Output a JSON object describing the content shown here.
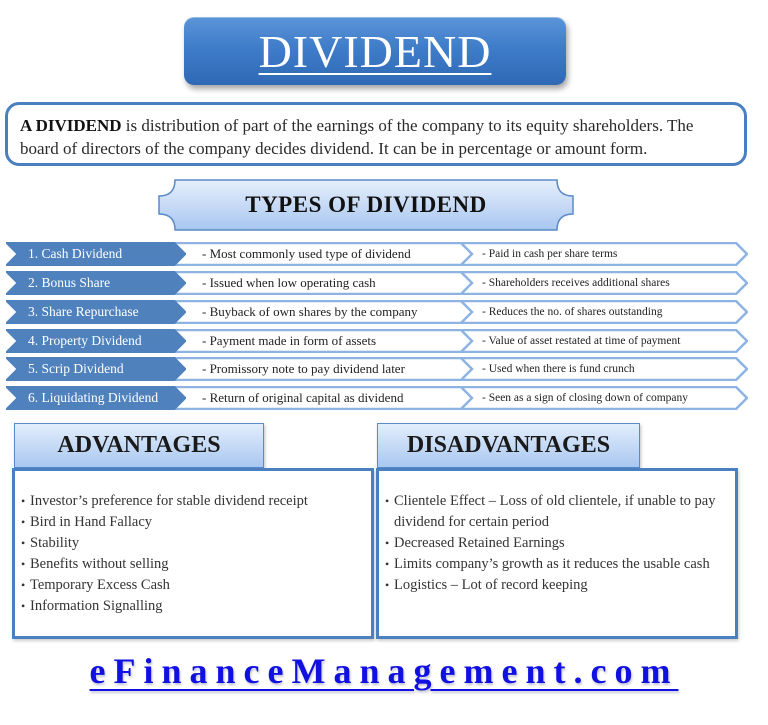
{
  "title": "DIVIDEND",
  "definition": {
    "term": "A DIVIDEND",
    "text": " is distribution of part of the earnings of the company to its equity shareholders. The board of directors of the company decides dividend. It can be in percentage or amount form."
  },
  "types_heading": "TYPES OF DIVIDEND",
  "types": [
    {
      "name": "1. Cash Dividend",
      "description": "- Most commonly used type  of dividend",
      "note": "- Paid in cash per share terms"
    },
    {
      "name": "2. Bonus Share",
      "description": "- Issued when low  operating cash",
      "note": "- Shareholders receives additional shares"
    },
    {
      "name": "3. Share Repurchase",
      "description": "- Buyback of own shares by the company",
      "note": "- Reduces the no.  of shares outstanding"
    },
    {
      "name": "4. Property Dividend",
      "description": "- Payment made in form of assets",
      "note": "- Value of asset restated at time of payment"
    },
    {
      "name": "5. Scrip Dividend",
      "description": "- Promissory note to pay dividend later",
      "note": "- Used when there is fund crunch"
    },
    {
      "name": "6. Liquidating Dividend",
      "description": "- Return of original capital  as dividend",
      "note": "- Seen as a sign of closing down of company"
    }
  ],
  "advantages": {
    "heading": "ADVANTAGES",
    "items": [
      "Investor’s preference for stable dividend receipt",
      "Bird in Hand Fallacy",
      "Stability",
      "Benefits without selling",
      "Temporary Excess Cash",
      "Information Signalling"
    ]
  },
  "disadvantages": {
    "heading": "DISADVANTAGES",
    "items": [
      "Clientele Effect – Loss of old clientele, if unable to pay dividend for certain period",
      "Decreased Retained Earnings",
      "Limits company’s growth as it reduces the usable cash",
      "Logistics – Lot of record keeping"
    ]
  },
  "footer": "eFinanceManagement.com",
  "colors": {
    "primary_blue": "#4a7fc0",
    "name_chevron": "#4f81bd",
    "light_chevron_border": "#8db3e2",
    "footer_link": "#1010e0"
  }
}
